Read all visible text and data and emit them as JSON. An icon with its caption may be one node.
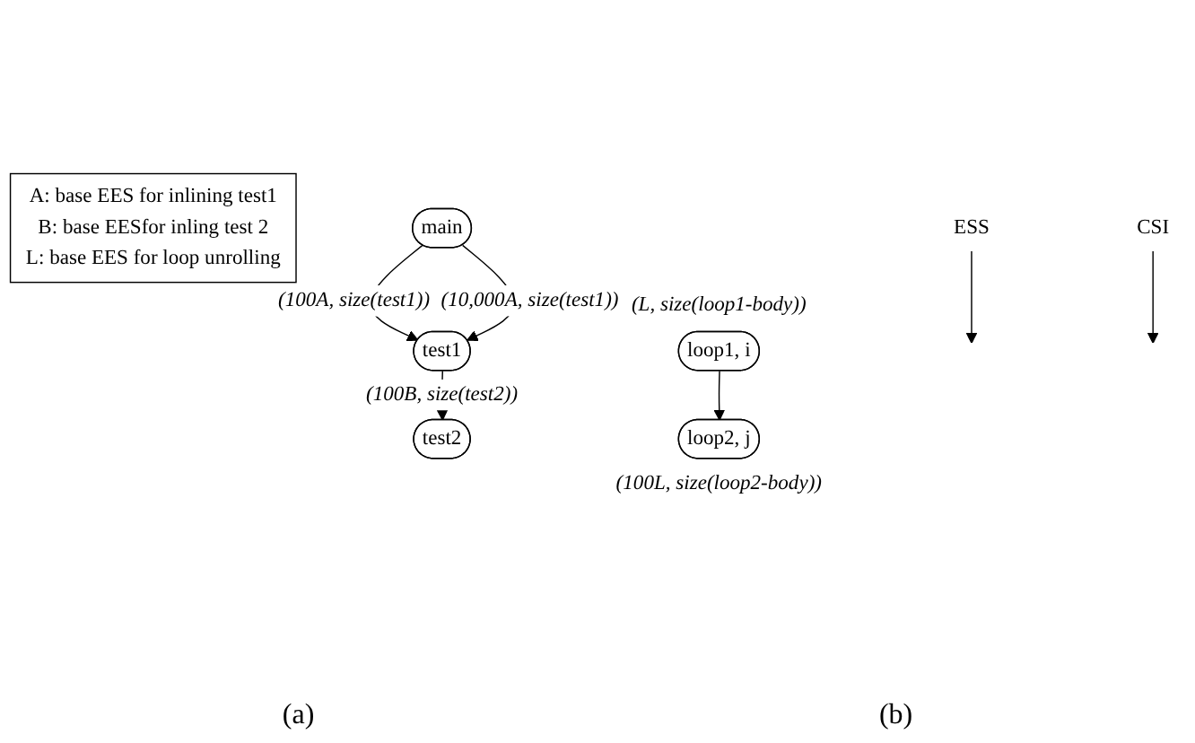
{
  "diagram": {
    "nodes": [
      {
        "text": [
          "A:  base EES for inlining test1",
          "B:   base EESfor inling test 2",
          "L:   base EES for loop unrolling"
        ]
      },
      {
        "text": [
          "ESS"
        ]
      },
      {
        "text": [
          "CSI"
        ]
      },
      {
        "text": [
          "main"
        ]
      },
      {
        "text": [
          "test1"
        ]
      },
      {
        "text": [
          "test2"
        ]
      },
      {
        "text": [
          "loop1, i"
        ],
        "beside": [
          "(L, size(loop1-body))"
        ]
      },
      {
        "text": [
          "loop2, j"
        ],
        "beside": [
          "(100L, size(loop2-body))"
        ]
      }
    ],
    "edges": [
      {
        "from": 1,
        "to": null,
        "arrow": "to"
      },
      {
        "from": 2,
        "to": null,
        "arrow": "to"
      },
      {
        "from": 3,
        "to": 4,
        "arrow": "to",
        "label": "(100A, size(test1))"
      },
      {
        "from": 3,
        "to": 4,
        "arrow": "to",
        "label": "(10,000A, size(test1))"
      },
      {
        "from": 4,
        "to": 5,
        "arrow": "to",
        "label": "(100B, size(test2))"
      },
      {
        "from": 6,
        "to": 7,
        "arrow": "to"
      }
    ],
    "labels": [
      "(a)",
      "(b)"
    ]
  }
}
